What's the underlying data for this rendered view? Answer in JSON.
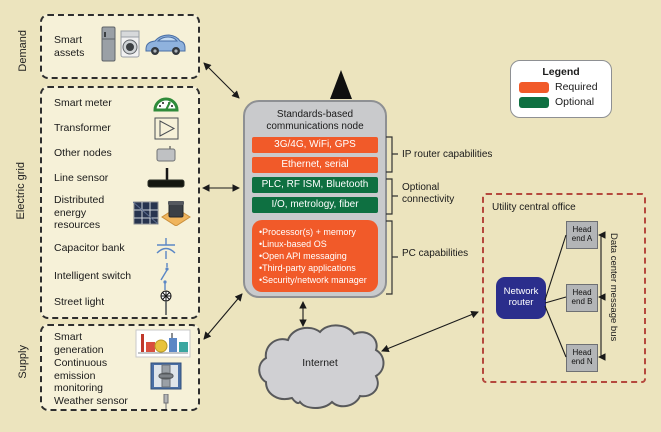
{
  "demand": {
    "section_label": "Demand",
    "items": [
      {
        "label": "Smart assets",
        "icons": [
          "fridge-icon",
          "washing-machine-icon",
          "car-icon"
        ]
      }
    ]
  },
  "electric_grid": {
    "section_label": "Electric grid",
    "items": [
      {
        "label": "Smart meter",
        "icon": "gauge-icon"
      },
      {
        "label": "Transformer",
        "icon": "transformer-icon"
      },
      {
        "label": "Other nodes",
        "icon": "node-box-icon"
      },
      {
        "label": "Line sensor",
        "icon": "line-sensor-icon"
      },
      {
        "label": "Distributed energy resources",
        "icon": "solar-panel-and-transformer-icon"
      },
      {
        "label": "Capacitor bank",
        "icon": "capacitor-symbol-icon"
      },
      {
        "label": "Intelligent switch",
        "icon": "switch-symbol-icon"
      },
      {
        "label": "Street light",
        "icon": "street-light-icon"
      }
    ]
  },
  "supply": {
    "section_label": "Supply",
    "items": [
      {
        "label": "Smart generation",
        "icon": "factory-icon"
      },
      {
        "label": "Continuous emission monitoring",
        "icon": "pipe-monitor-icon"
      },
      {
        "label": "Weather sensor",
        "icon": "weather-sensor-icon"
      }
    ]
  },
  "node": {
    "title": "Standards-based communications node",
    "bars": [
      {
        "label": "3G/4G, WiFi, GPS",
        "type": "required"
      },
      {
        "label": "Ethernet, serial",
        "type": "required"
      },
      {
        "label": "PLC, RF ISM, Bluetooth",
        "type": "optional"
      },
      {
        "label": "I/O, metrology, fiber",
        "type": "optional"
      }
    ],
    "pc_box": {
      "type": "required",
      "items": [
        "Processor(s) + memory",
        "Linux-based OS",
        "Open API messaging",
        "Third-party applications",
        "Security/network manager"
      ]
    }
  },
  "annotations": {
    "ip_router": "IP router capabilities",
    "optional_connectivity": "Optional connectivity",
    "pc_capabilities": "PC capabilities"
  },
  "legend": {
    "title": "Legend",
    "entries": [
      {
        "label": "Required",
        "color": "#F15A29"
      },
      {
        "label": "Optional",
        "color": "#0E7041"
      }
    ]
  },
  "utility_office": {
    "title": "Utility central office",
    "router_label": "Network router",
    "head_ends": [
      "Head end A",
      "Head end B",
      "Head end N"
    ],
    "bus_label": "Data center message bus"
  },
  "internet": {
    "label": "Internet"
  },
  "colors": {
    "background": "#ECE4BE",
    "panel_fill": "#F6F1D8",
    "required_orange": "#F15A29",
    "optional_green": "#0E7041",
    "node_gray": "#C9CACC",
    "router_blue": "#2B2E8C",
    "utility_border_red": "#B5483D",
    "cloud_gray": "#D0D0D3"
  }
}
